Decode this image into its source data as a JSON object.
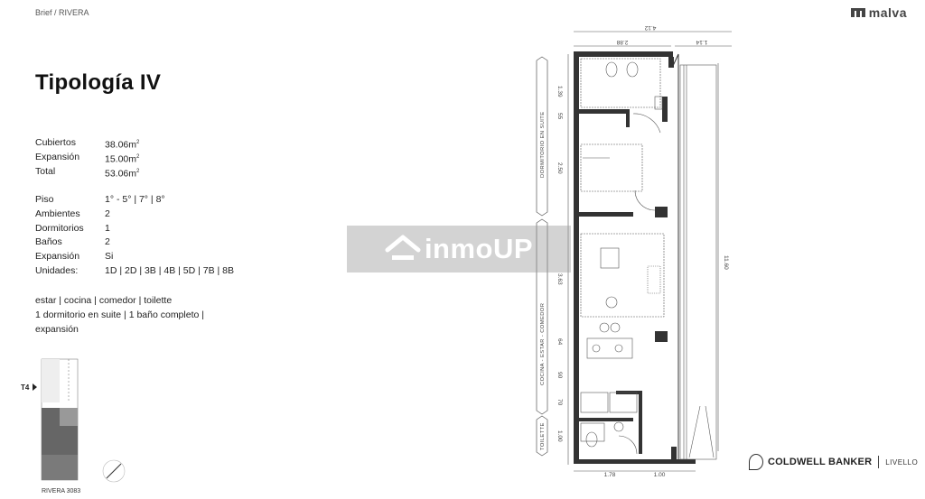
{
  "breadcrumb": "Brief / RIVERA",
  "brand": {
    "name": "malva"
  },
  "title": "Tipología IV",
  "areas": [
    {
      "label": "Cubiertos",
      "value": "38.06m",
      "unit_sup": "2"
    },
    {
      "label": "Expansión",
      "value": "15.00m",
      "unit_sup": "2"
    },
    {
      "label": "Total",
      "value": "53.06m",
      "unit_sup": "2"
    }
  ],
  "details": [
    {
      "label": "Piso",
      "value": "1° - 5° | 7° | 8°"
    },
    {
      "label": "Ambientes",
      "value": "2"
    },
    {
      "label": "Dormitorios",
      "value": "1"
    },
    {
      "label": "Baños",
      "value": "2"
    },
    {
      "label": "Expansión",
      "value": "Si"
    },
    {
      "label": "Unidades:",
      "value": "1D | 2D | 3B | 4B | 5D | 7B | 8B"
    }
  ],
  "description": [
    "estar | cocina | comedor | toilette",
    "1 dormitorio en suite  | 1 baño completo |",
    "expansión"
  ],
  "watermark": "inmoUP",
  "plan": {
    "dims_top": [
      "4.12",
      "2.88",
      "1.14"
    ],
    "dims_left": [
      "1.39",
      "55",
      "2.50",
      "3.63",
      "64",
      "90",
      "70",
      "1.00"
    ],
    "dim_right": "11.60",
    "dims_bottom": [
      "1.78",
      "1.00"
    ],
    "room_labels": [
      "DORMITORIO EN SUITE",
      "COCINA - ESTAR - COMEDOR",
      "TOILETTE"
    ]
  },
  "keyplan": {
    "marker": "T4",
    "caption": "RIVERA 3083"
  },
  "agency": {
    "name": "COLDWELL BANKER",
    "sub": "LIVELLO"
  },
  "colors": {
    "wall": "#333333",
    "dim": "#555555",
    "watermark_bg": "#969696"
  }
}
